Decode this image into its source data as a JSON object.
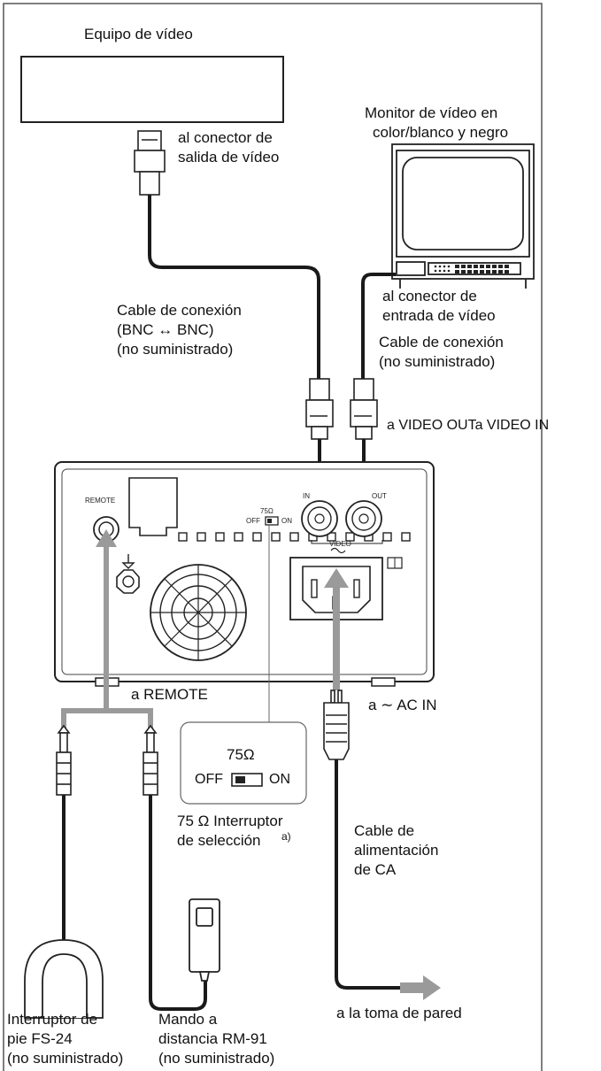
{
  "labels": {
    "video_equipment": "Equipo de vídeo",
    "to_video_output_connector": [
      "al conector de",
      "salida de vídeo"
    ],
    "monitor": [
      "Monitor de vídeo en",
      "color/blanco y negro"
    ],
    "to_video_input_connector": [
      "al conector de",
      "entrada de vídeo"
    ],
    "bnc_cable": [
      "Cable de conexión",
      "(BNC ↔ BNC)",
      "(no suministrado)"
    ],
    "connection_cable": [
      "Cable de conexión",
      "(no suministrado)"
    ],
    "to_video_out_in": "a VIDEO OUTa VIDEO IN",
    "to_remote": "a REMOTE",
    "to_ac_in": "a ∼ AC IN",
    "selector_75": [
      "75 Ω Interruptor",
      "de selección"
    ],
    "selector_footnote": "a)",
    "ac_cable": [
      "Cable de",
      "alimentación",
      "de CA"
    ],
    "wall_outlet": "a la toma de pared",
    "foot_switch": [
      "Interruptor de",
      "pie FS-24",
      "(no suministrado)"
    ],
    "remote_control": [
      "Mando a",
      "distancia RM-91",
      "(no suministrado)"
    ]
  },
  "panel": {
    "remote_label": "REMOTE",
    "ohm_label": "75Ω",
    "off_label": "OFF",
    "on_label": "ON",
    "video_label": "VIDEO",
    "in_label": "IN",
    "out_label": "OUT"
  },
  "callout": {
    "ohm": "75Ω",
    "off": "OFF",
    "on": "ON"
  }
}
